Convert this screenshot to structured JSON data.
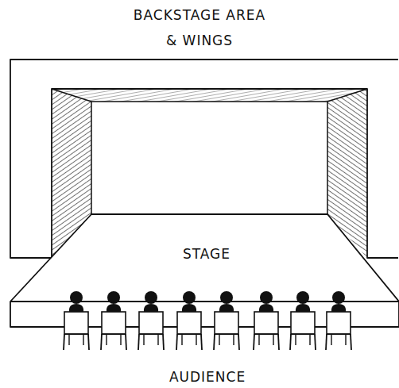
{
  "diagram": {
    "nodes": [
      {
        "text": [
          "BACKSTAGE AREA & WINGS"
        ]
      },
      {
        "text": [
          "STAGE"
        ]
      }
    ],
    "labels": [
      "AUDIENCE"
    ]
  }
}
